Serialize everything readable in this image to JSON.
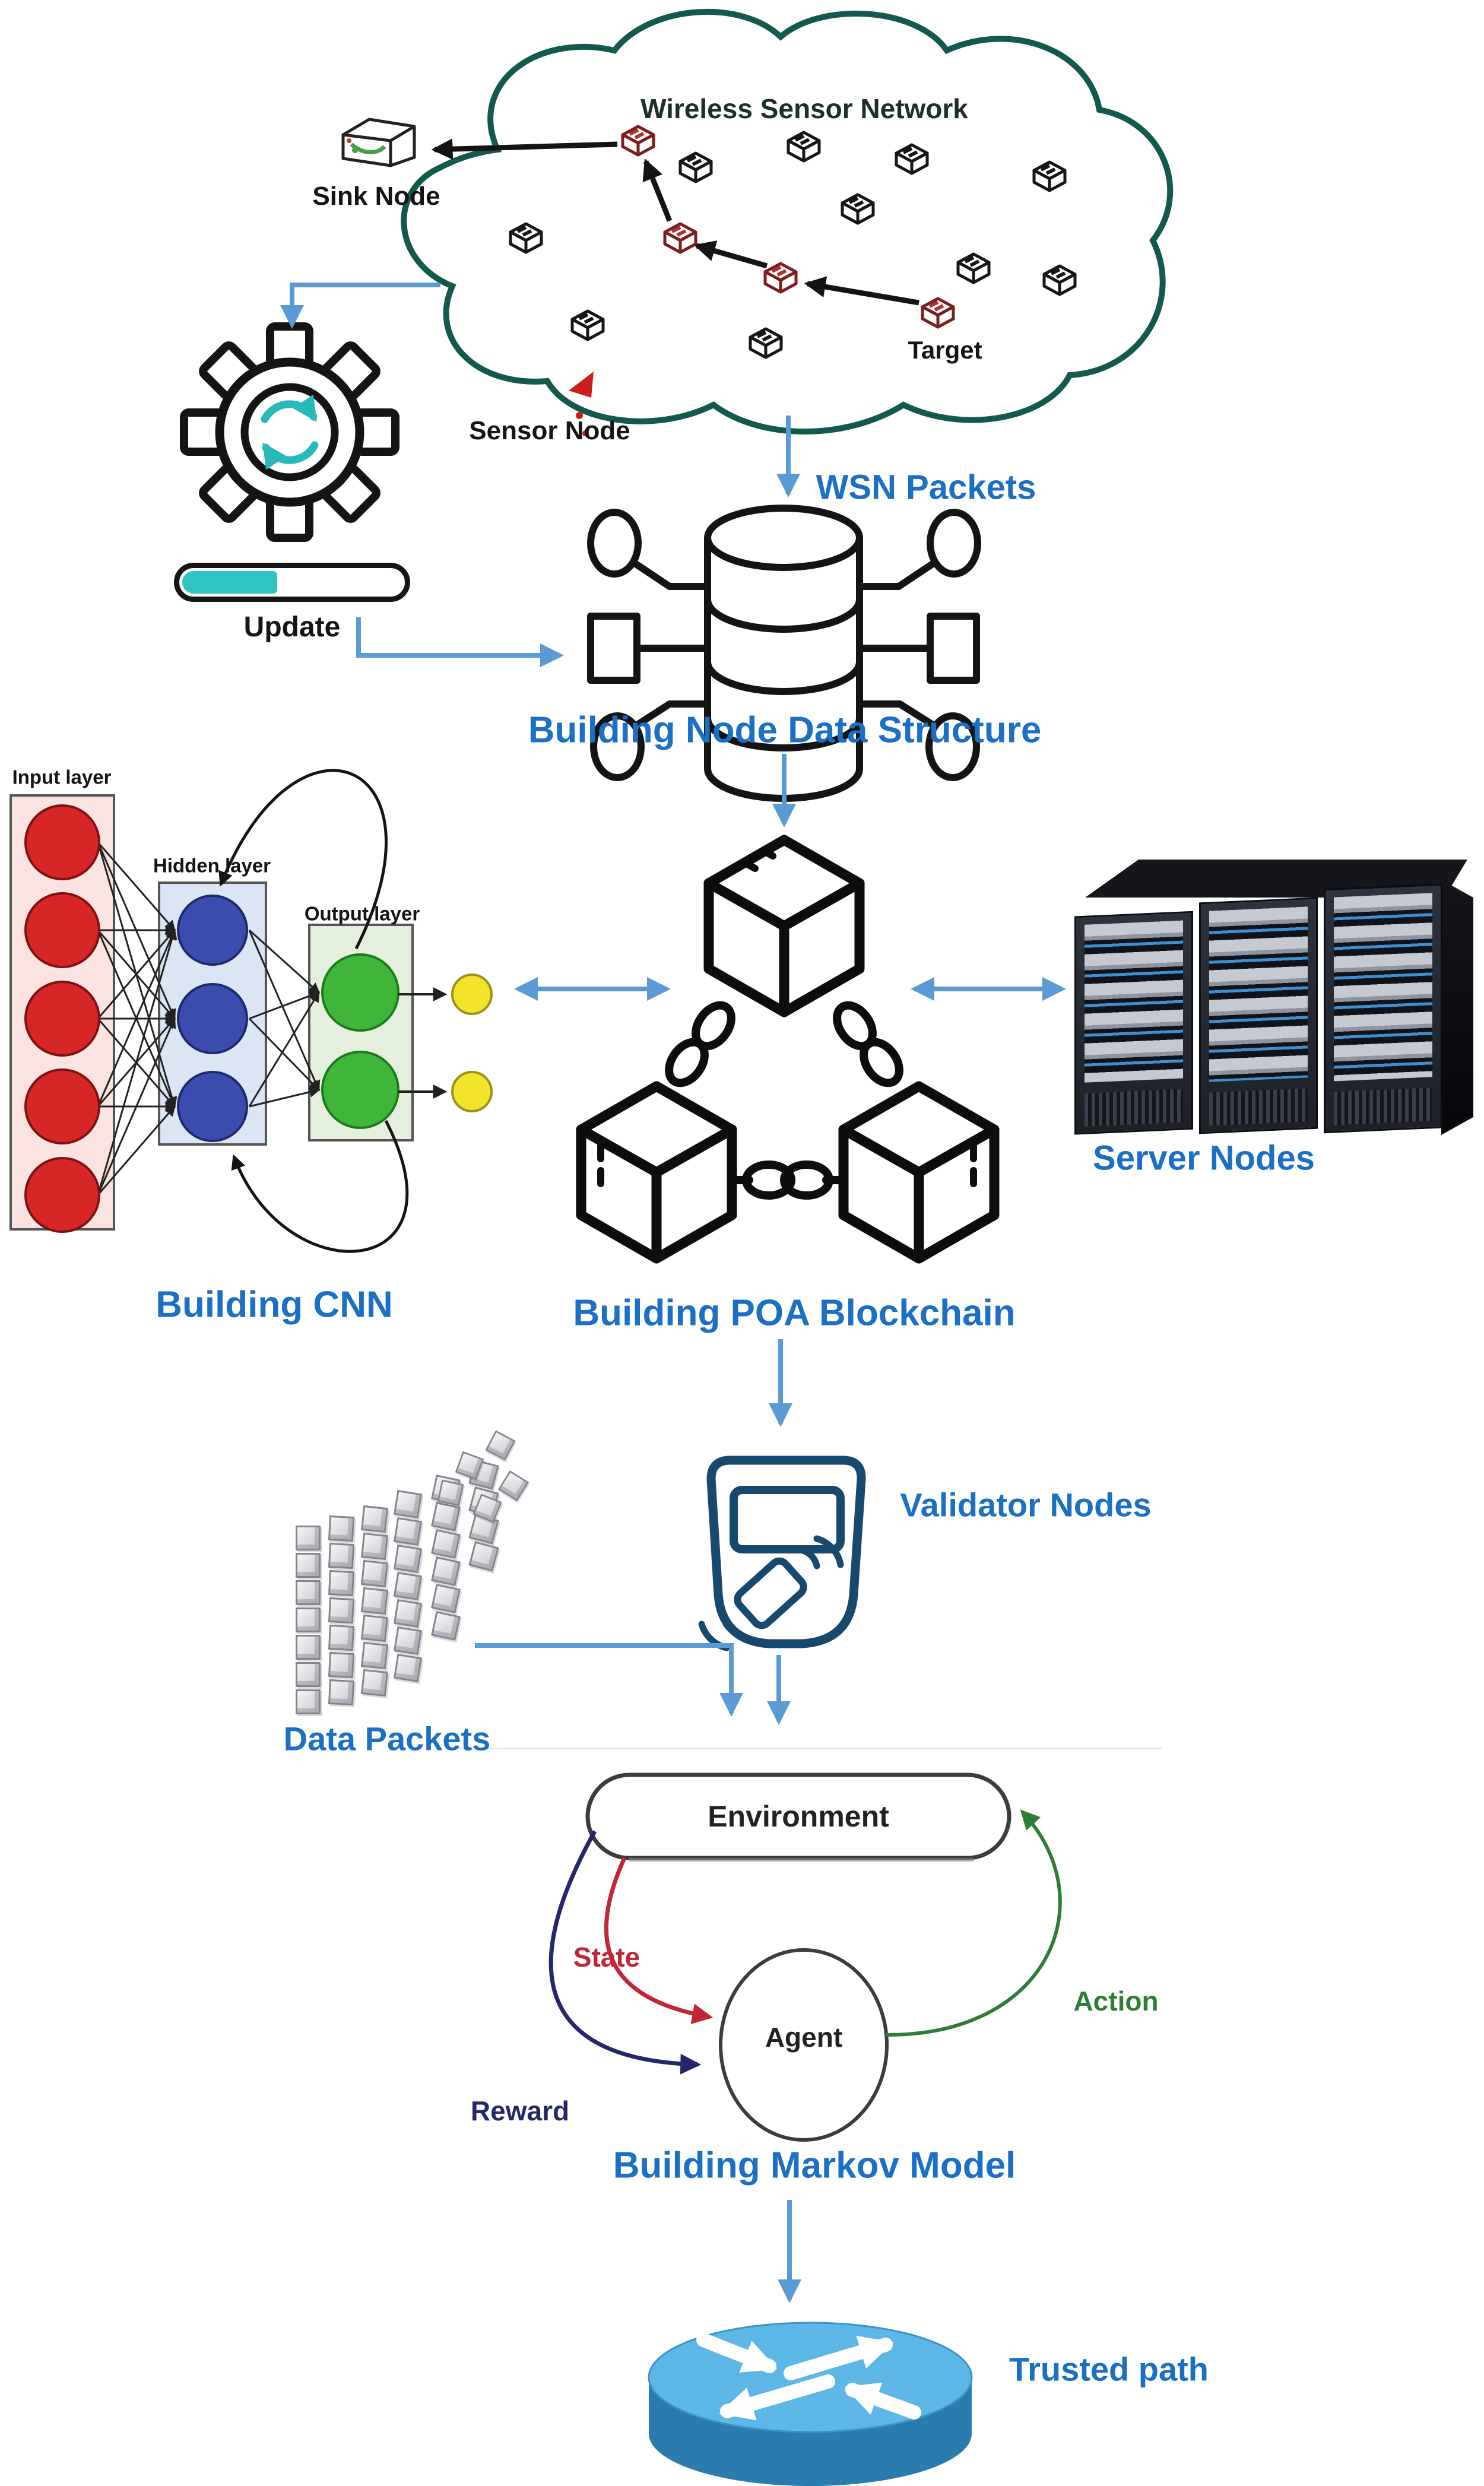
{
  "colors": {
    "accent_blue": "#5b9bd5",
    "label_blue": "#1b6fc4",
    "teal": "#2ec4c4",
    "cloud_stroke": "#14594e"
  },
  "wsn": {
    "title": "Wireless Sensor Network",
    "sink_label": "Sink Node",
    "sensor_label": "Sensor Node",
    "target_label": "Target"
  },
  "update": {
    "label": "Update"
  },
  "flow": {
    "wsn_packets": "WSN Packets",
    "node_data_structure": "Building Node Data Structure"
  },
  "cnn": {
    "input_label": "Input layer",
    "hidden_label": "Hidden layer",
    "output_label": "Output layer",
    "title": "Building CNN"
  },
  "blockchain": {
    "title": "Building POA Blockchain"
  },
  "servers": {
    "label": "Server Nodes"
  },
  "validator": {
    "label": "Validator Nodes"
  },
  "data_packets": {
    "label": "Data Packets"
  },
  "markov": {
    "environment": "Environment",
    "agent": "Agent",
    "state": "State",
    "action": "Action",
    "reward": "Reward",
    "title": "Building Markov Model"
  },
  "router": {
    "label": "Trusted path"
  }
}
